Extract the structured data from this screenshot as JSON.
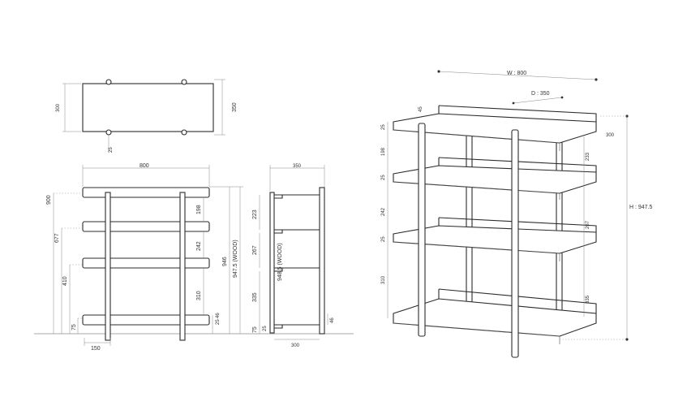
{
  "top_view": {
    "depth_left": "300",
    "depth_right": "350",
    "tab_gap": "25"
  },
  "front_view": {
    "width": "800",
    "left_dims": [
      "900",
      "677",
      "410",
      "75"
    ],
    "right_dims": [
      "198",
      "242",
      "310",
      "25",
      "46"
    ],
    "height_total": "946",
    "height_wood": "947.5 (WOOD)",
    "leg_spacing": "150"
  },
  "side_view": {
    "top_width": "350",
    "dims": [
      "223",
      "267",
      "335",
      "75",
      "25"
    ],
    "height_wood": "948.5 (WOOD)",
    "foot": "46",
    "bottom_width": "300"
  },
  "iso_view": {
    "width": "W : 800",
    "depth": "D : 350",
    "lip": "45",
    "depth_small": "300",
    "height": "H : 947.5",
    "left_dims": [
      "25",
      "198",
      "25",
      "242",
      "25",
      "310"
    ],
    "right_dims": [
      "233",
      "267",
      "335"
    ]
  }
}
